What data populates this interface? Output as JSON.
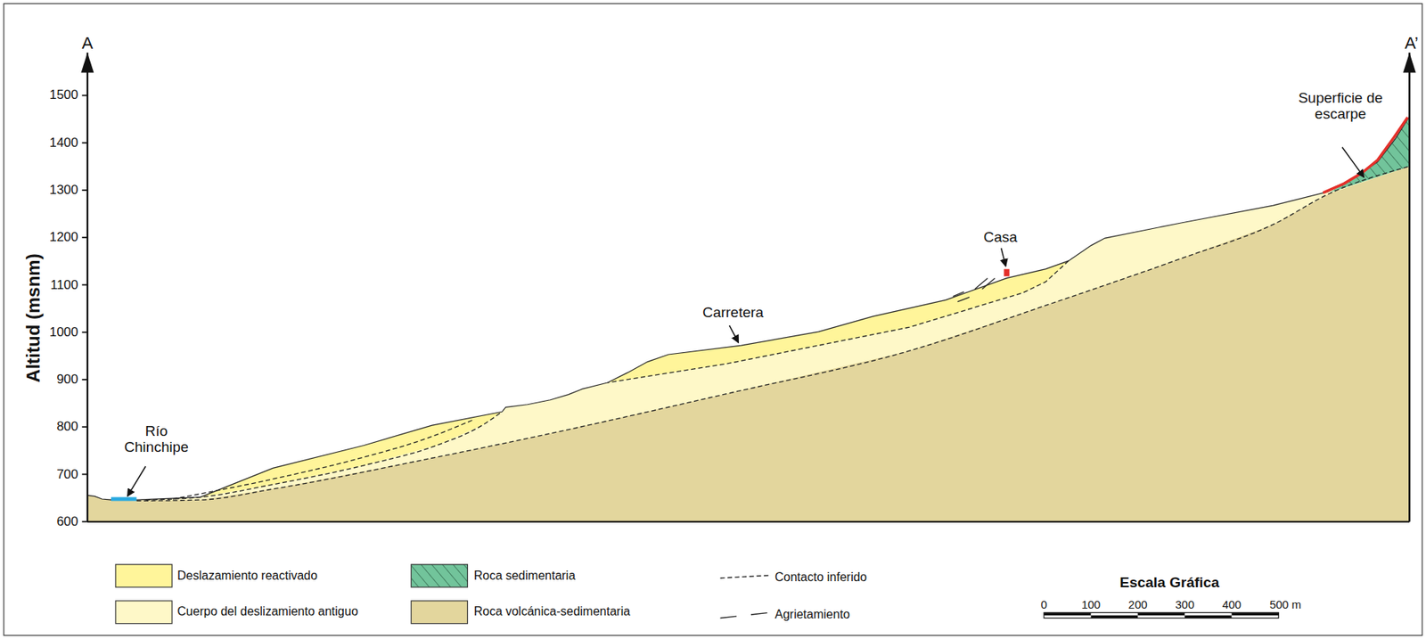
{
  "diagram": {
    "labels": [
      "A",
      "A’",
      "1500",
      "1400",
      "1300",
      "1200",
      "1100",
      "1000",
      "900",
      "800",
      "700",
      "600",
      "Altitud (msnm)",
      "Río Chinchipe",
      "Carretera",
      "Casa",
      "Superficie de escarpe",
      "Escala Gráfica",
      "0",
      "100",
      "200",
      "300",
      "400",
      "500 m"
    ],
    "legend": [
      {
        "text": "Deslazamiento reactivado",
        "color": "#fff59a"
      },
      {
        "text": "Cuerpo del deslizamiento antiguo",
        "color": "#fef8c8"
      },
      {
        "text": "Roca sedimentaria"
      },
      {
        "text": "Roca volcánica-sedimentaria",
        "color": "#e3d69d"
      },
      {
        "text": "Contacto inferido"
      },
      {
        "text": "Agrietamiento"
      }
    ]
  }
}
